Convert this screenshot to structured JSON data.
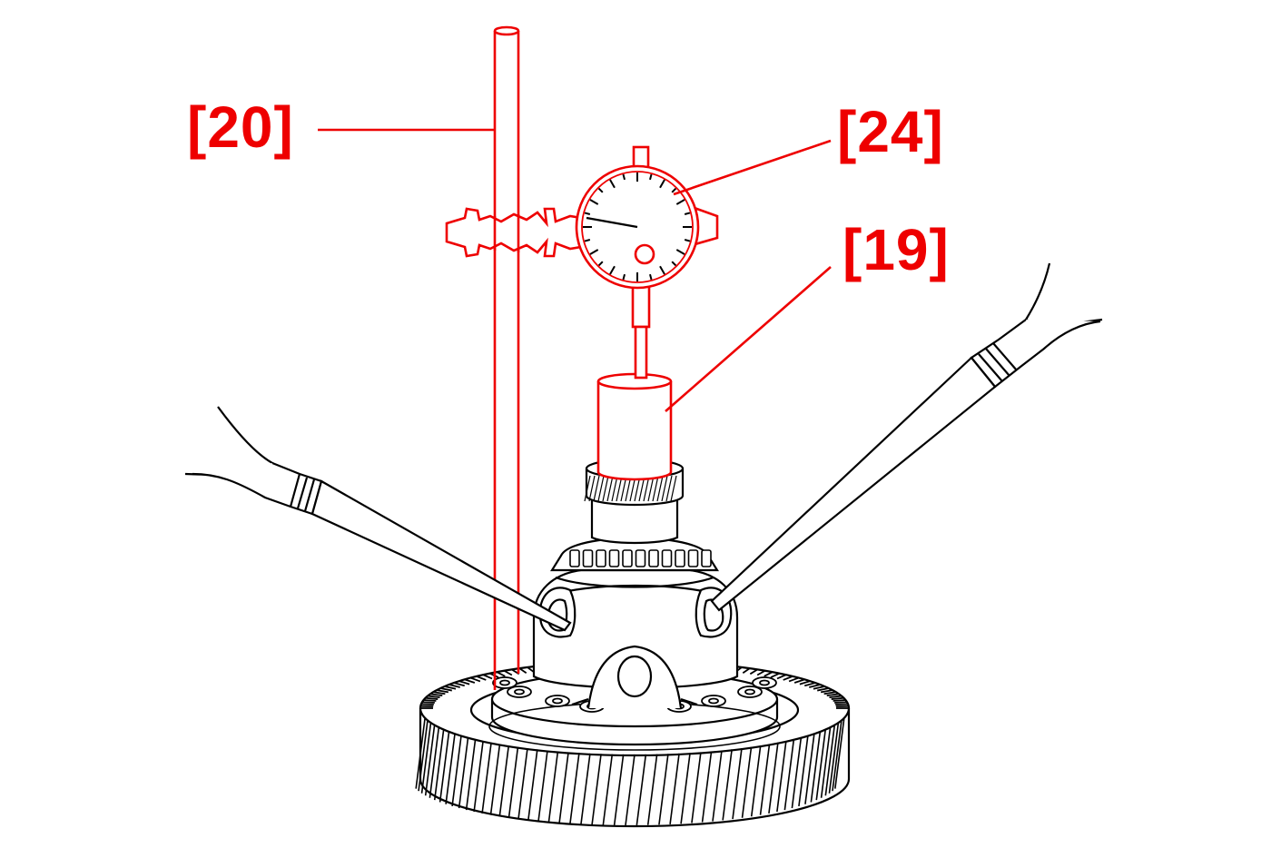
{
  "colors": {
    "callout": "#ee0000",
    "line_art": "#000000",
    "background": "#ffffff"
  },
  "callouts": {
    "stand": "[20]",
    "dial_indicator": "[24]",
    "adapter": "[19]"
  },
  "icons": [
    "magnetic-stand-icon",
    "dial-indicator-icon",
    "pry-bar-icon",
    "differential-case-icon",
    "ring-gear-icon",
    "bearing-icon"
  ]
}
